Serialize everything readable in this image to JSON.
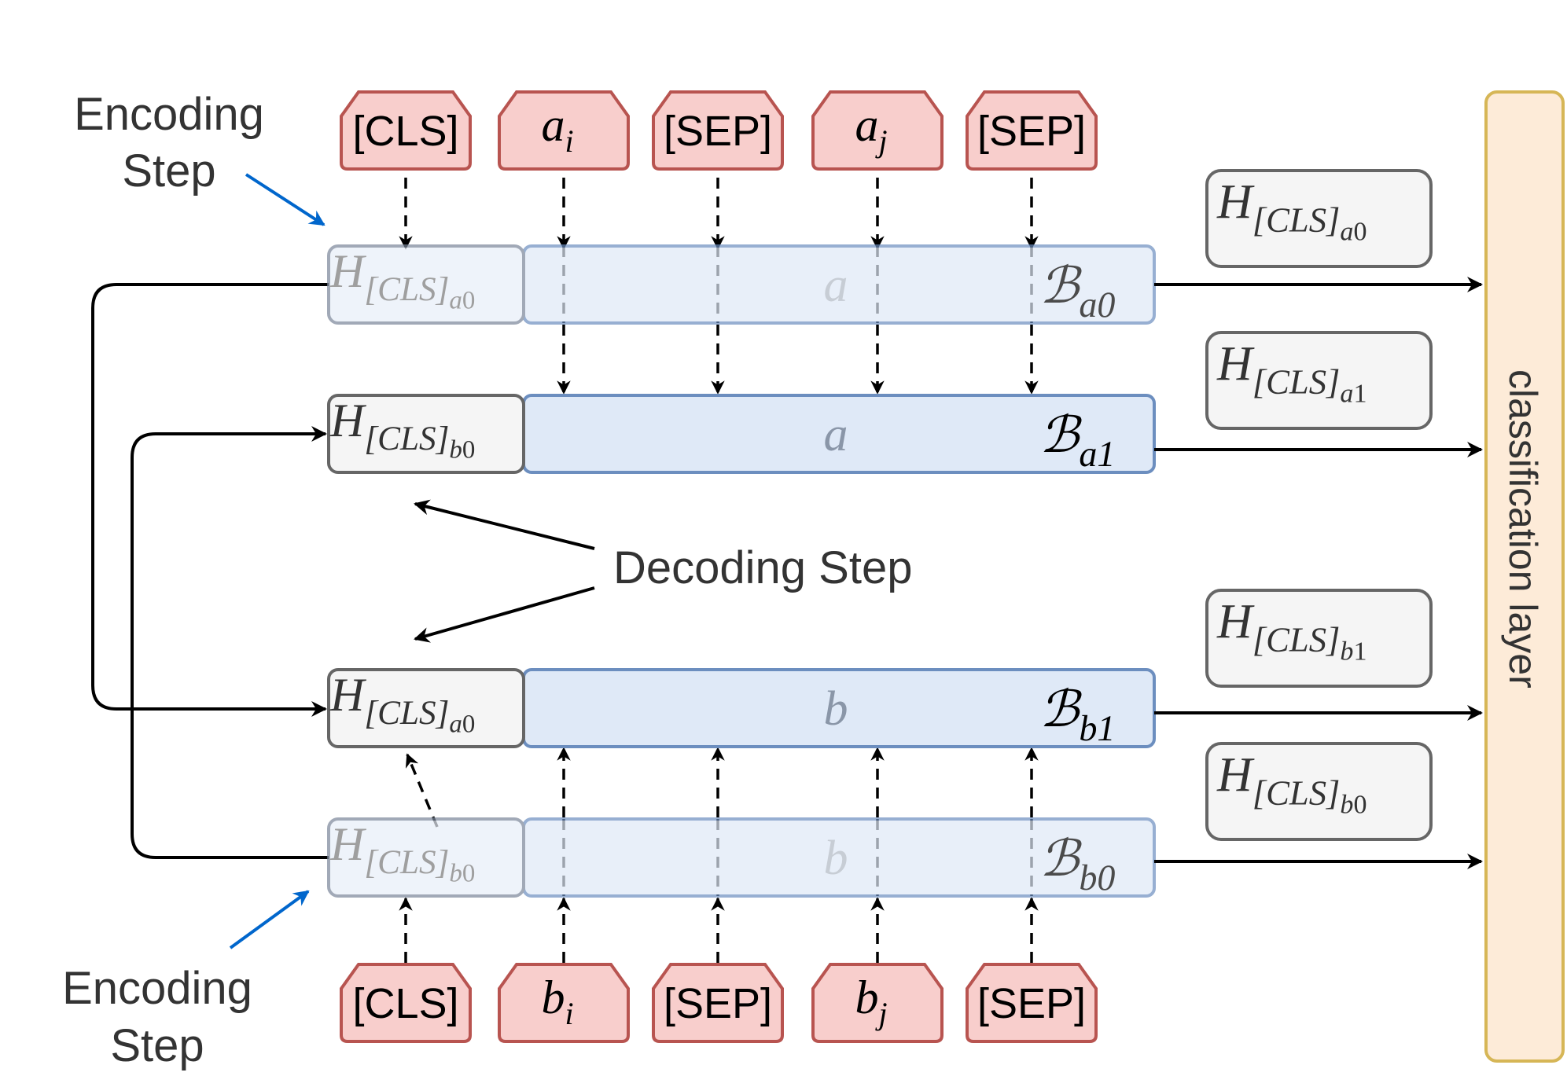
{
  "diagram": {
    "encoding_label_top": [
      "Encoding",
      "Step"
    ],
    "encoding_label_bottom": [
      "Encoding",
      "Step"
    ],
    "decoding_label": "Decoding Step",
    "classification_label": "classification layer",
    "top_tokens": [
      {
        "kind": "text",
        "label": "[CLS]"
      },
      {
        "kind": "math",
        "base": "a",
        "sub": "i"
      },
      {
        "kind": "text",
        "label": "[SEP]"
      },
      {
        "kind": "math",
        "base": "a",
        "sub": "j"
      },
      {
        "kind": "text",
        "label": "[SEP]"
      }
    ],
    "bottom_tokens": [
      {
        "kind": "text",
        "label": "[CLS]"
      },
      {
        "kind": "math",
        "base": "b",
        "sub": "i"
      },
      {
        "kind": "text",
        "label": "[SEP]"
      },
      {
        "kind": "math",
        "base": "b",
        "sub": "j"
      },
      {
        "kind": "text",
        "label": "[SEP]"
      }
    ],
    "rows": [
      {
        "id": "row-a0",
        "h_base": "H",
        "h_sub": "[CLS]",
        "h_subsub": "a0",
        "center": "a",
        "b_base": "ℬ",
        "b_sub": "a0",
        "faded": true
      },
      {
        "id": "row-a1",
        "h_base": "H",
        "h_sub": "[CLS]",
        "h_subsub": "b0",
        "center": "a",
        "b_base": "ℬ",
        "b_sub": "a1",
        "faded": false
      },
      {
        "id": "row-b1",
        "h_base": "H",
        "h_sub": "[CLS]",
        "h_subsub": "a0",
        "center": "b",
        "b_base": "ℬ",
        "b_sub": "b1",
        "faded": false
      },
      {
        "id": "row-b0",
        "h_base": "H",
        "h_sub": "[CLS]",
        "h_subsub": "b0",
        "center": "b",
        "b_base": "ℬ",
        "b_sub": "b0",
        "faded": true
      }
    ],
    "outputs": [
      {
        "base": "H",
        "sub": "[CLS]",
        "subsub": "a0"
      },
      {
        "base": "H",
        "sub": "[CLS]",
        "subsub": "a1"
      },
      {
        "base": "H",
        "sub": "[CLS]",
        "subsub": "b1"
      },
      {
        "base": "H",
        "sub": "[CLS]",
        "subsub": "b0"
      }
    ],
    "colors": {
      "token_fill": "#f8cecc",
      "token_stroke": "#b85450",
      "row_fill": "#dfe9f7",
      "row_stroke": "#6c8ebf",
      "hbox_fill": "#f5f5f5",
      "hbox_stroke": "#666666",
      "class_fill": "#fdebd8",
      "class_stroke": "#d6b656",
      "encoding_arrow": "#0066cc",
      "arrow": "#000000"
    }
  }
}
